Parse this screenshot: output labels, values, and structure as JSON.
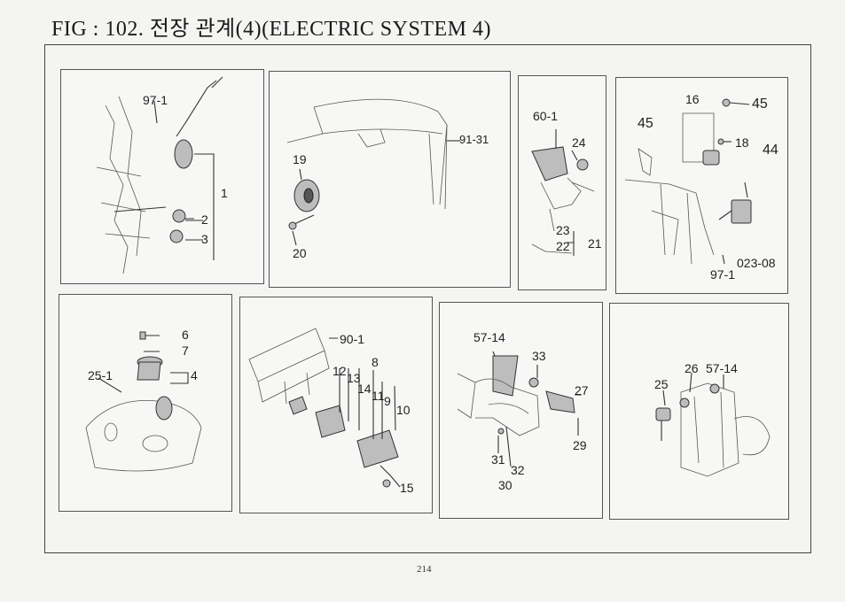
{
  "figure": {
    "title": "FIG : 102. 전장 관계(4)(ELECTRIC SYSTEM 4)",
    "page_number": "214"
  },
  "panels": [
    {
      "id": "p1",
      "callouts": [
        "97-1",
        "1",
        "2",
        "3"
      ]
    },
    {
      "id": "p2",
      "callouts": [
        "91-31",
        "19",
        "20"
      ]
    },
    {
      "id": "p3",
      "callouts": [
        "60-1",
        "24",
        "23",
        "22",
        "21"
      ]
    },
    {
      "id": "p4",
      "callouts": [
        "16",
        "45",
        "45",
        "18",
        "44",
        "023-08",
        "97-1"
      ]
    },
    {
      "id": "p5",
      "callouts": [
        "6",
        "7",
        "4",
        "25-1"
      ]
    },
    {
      "id": "p6",
      "callouts": [
        "90-1",
        "8",
        "12",
        "13",
        "14",
        "11",
        "9",
        "10",
        "15"
      ]
    },
    {
      "id": "p7",
      "callouts": [
        "57-14",
        "33",
        "27",
        "29",
        "31",
        "32",
        "30"
      ]
    },
    {
      "id": "p8",
      "callouts": [
        "26",
        "57-14",
        "25"
      ]
    }
  ]
}
